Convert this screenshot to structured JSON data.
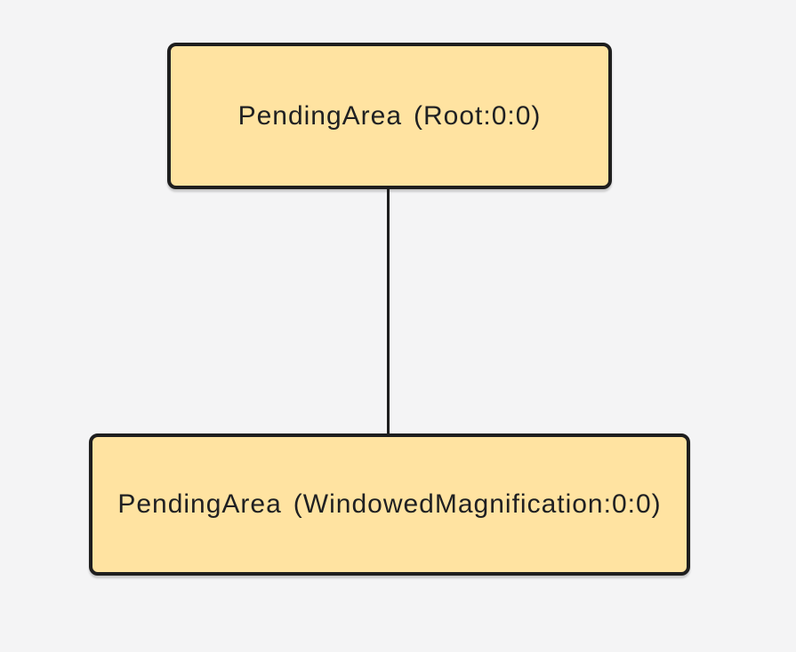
{
  "diagram": {
    "type": "flowchart-top-down",
    "background_color": "#f4f4f5",
    "node_fill_color": "#ffe3a1",
    "node_border_color": "#1e1e1e",
    "text_color": "#1f2022",
    "edge_color": "#1e1e1e",
    "nodes": [
      {
        "id": "pending-area-root",
        "label": "PendingArea",
        "qualifier": "(Root:0:0)"
      },
      {
        "id": "pending-area-windowed-magnification",
        "label": "PendingArea",
        "qualifier": "(WindowedMagnification:0:0)"
      }
    ],
    "edges": [
      {
        "from": "pending-area-root",
        "to": "pending-area-windowed-magnification",
        "style": "solid-vertical"
      }
    ]
  }
}
